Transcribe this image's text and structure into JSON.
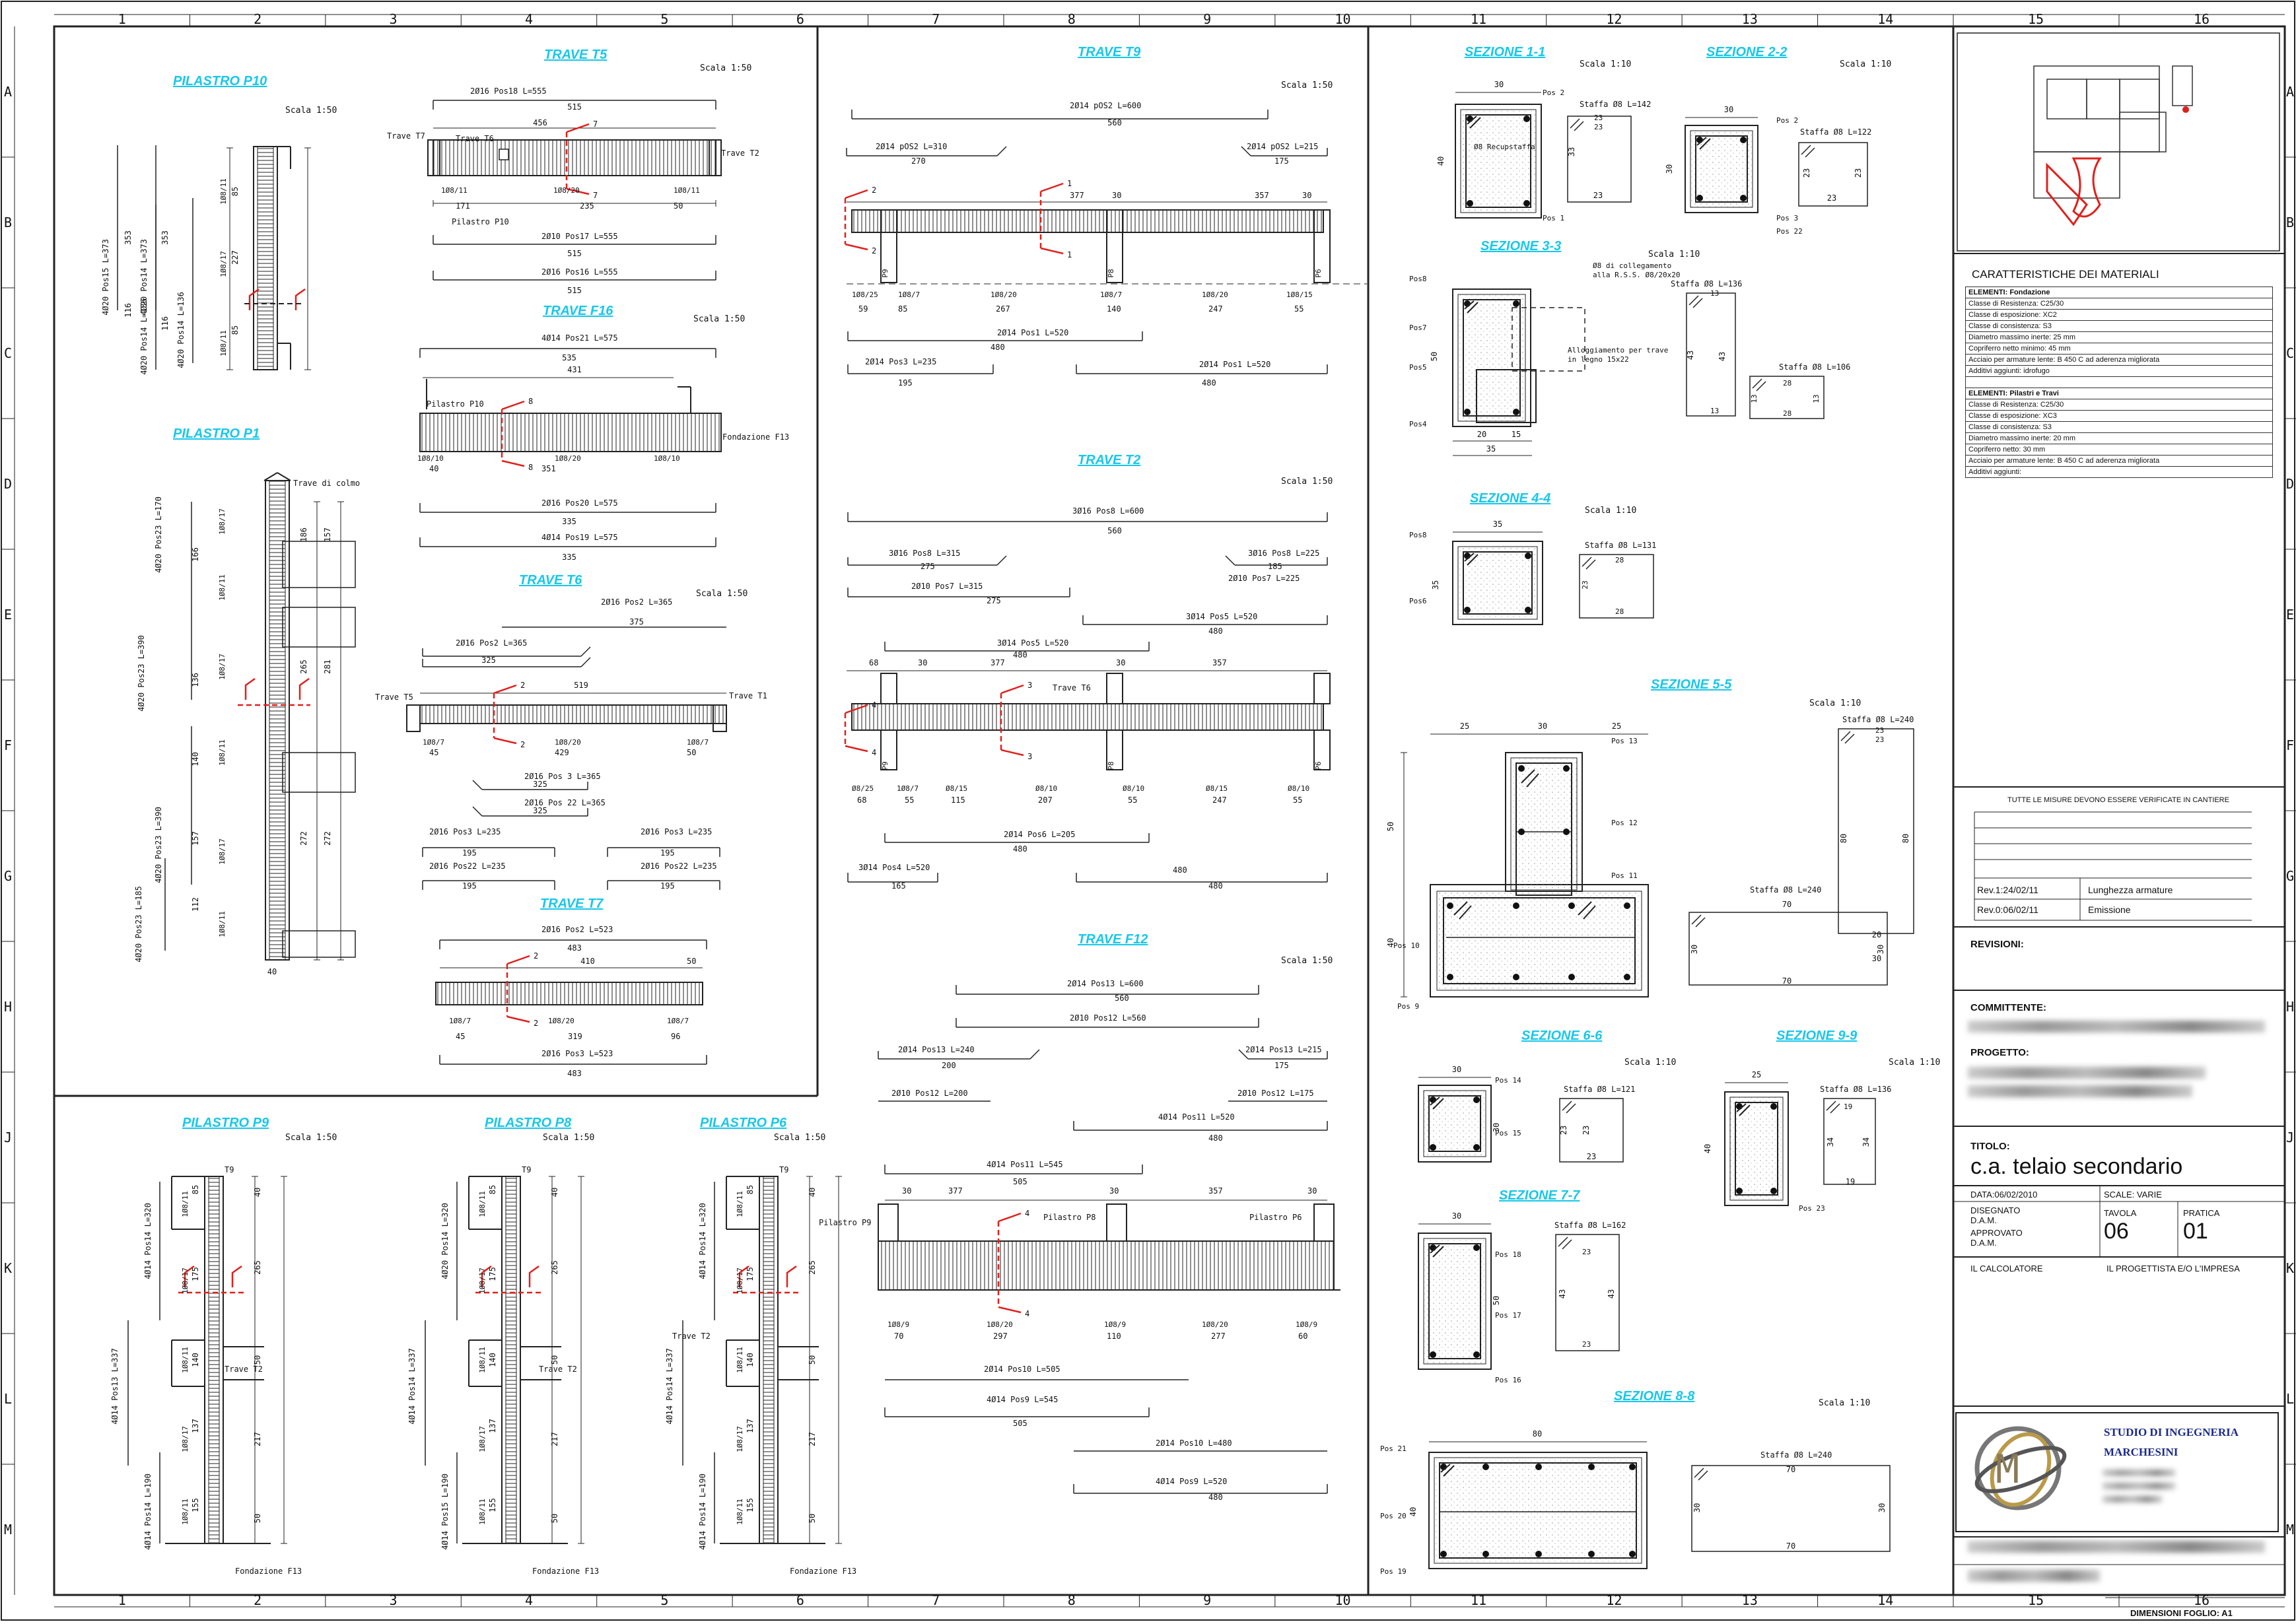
{
  "sheet": {
    "columns": [
      "1",
      "2",
      "3",
      "4",
      "5",
      "6",
      "7",
      "8",
      "9",
      "10",
      "11",
      "12",
      "13",
      "14",
      "15",
      "16"
    ],
    "rows": [
      "A",
      "B",
      "C",
      "D",
      "E",
      "F",
      "G",
      "H",
      "J",
      "K",
      "L",
      "M"
    ]
  },
  "sections": {
    "pilastro_p10": {
      "title": "PILASTRO P10",
      "scale": "Scala 1:50",
      "labels": [
        "4Ø20 Pos15 L=373",
        "4Ø20 Pos14 L=373",
        "4Ø20 Pos14 L=136",
        "4Ø20 Pos14 L=136",
        "1Ø8/11",
        "1Ø8/17",
        "1Ø8/11"
      ]
    },
    "trave_t5": {
      "title": "TRAVE T5",
      "scale": "Scala 1:50",
      "bars": [
        "2Ø16 Pos18 L=555",
        "515",
        "456",
        "2Ø10 Pos17 L=555",
        "515",
        "2Ø16 Pos16 L=555",
        "515"
      ],
      "labels": [
        "Trave T7",
        "Trave T6",
        "Trave T2",
        "Pilastro P10",
        "1Ø8/11",
        "1Ø8/20",
        "1Ø8/11",
        "171",
        "235",
        "50"
      ]
    },
    "trave_f16": {
      "title": "TRAVE F16",
      "scale": "Scala 1:50",
      "bars": [
        "4Ø14 Pos21 L=575",
        "535",
        "431",
        "2Ø16 Pos20 L=575",
        "335",
        "4Ø14 Pos19 L=575",
        "335"
      ],
      "labels": [
        "Pilastro P10",
        "Fondazione F13",
        "1Ø8/10",
        "1Ø8/20",
        "1Ø8/10",
        "40",
        "351"
      ]
    },
    "trave_t6": {
      "title": "TRAVE T6",
      "scale": "Scala 1:50",
      "bars": [
        "2Ø16 Pos2 L=365",
        "375",
        "2Ø16 Pos2 L=365",
        "325",
        "519",
        "2Ø16 Pos 3 L=365",
        "325",
        "2Ø16 Pos 22 L=365",
        "325",
        "2Ø16 Pos3 L=235",
        "195",
        "2Ø16 Pos3 L=235",
        "195",
        "2Ø16 Pos22 L=235",
        "195",
        "2Ø16 Pos22 L=235",
        "195"
      ],
      "labels": [
        "Trave T5",
        "Trave T1",
        "1Ø8/7",
        "1Ø8/20",
        "1Ø8/7",
        "45",
        "429",
        "50"
      ]
    },
    "trave_t7": {
      "title": "TRAVE T7",
      "scale": "",
      "bars": [
        "2Ø16 Pos2 L=523",
        "483",
        "410",
        "2Ø16 Pos3 L=523",
        "483"
      ],
      "labels": [
        "1Ø8/7",
        "1Ø8/20",
        "1Ø8/7",
        "45",
        "319",
        "96"
      ]
    },
    "pilastro_p1": {
      "title": "PILASTRO P1",
      "labels": [
        "Trave di colmo",
        "4Ø20 Pos23 L=170",
        "4Ø20 Pos23 L=390",
        "4Ø20 Pos23 L=390",
        "4Ø20 Pos23 L=185",
        "1Ø8/17",
        "1Ø8/11",
        "1Ø8/17",
        "1Ø8/11",
        "1Ø8/17",
        "1Ø8/11",
        "40"
      ]
    },
    "trave_t9": {
      "title": "TRAVE T9",
      "scale": "Scala 1:50",
      "bars": [
        "2Ø14 pOS2 L=600",
        "560",
        "2Ø14 pOS2 L=310",
        "270",
        "2Ø14 pOS2 L=215",
        "175",
        "2Ø14 Pos1 L=520",
        "480",
        "2Ø14 Pos3 L=235",
        "195",
        "2Ø14 Pos1 L=520",
        "480"
      ],
      "labels": [
        "377",
        "357",
        "1Ø8/25",
        "1Ø8/7",
        "1Ø8/20",
        "1Ø8/7",
        "1Ø8/20",
        "1Ø8/15",
        "59",
        "85",
        "267",
        "140",
        "247",
        "55",
        "P9",
        "P8",
        "P6"
      ]
    },
    "trave_t2": {
      "title": "TRAVE T2",
      "scale": "Scala 1:50",
      "bars": [
        "3Ø16 Pos8 L=600",
        "560",
        "3Ø16 Pos8 L=315",
        "275",
        "3Ø16 Pos8 L=225",
        "185",
        "2Ø10 Pos7 L=315",
        "275",
        "2Ø10 Pos7 L=225",
        "3Ø14 Pos5 L=520",
        "480",
        "3Ø14 Pos5 L=520",
        "480",
        "3Ø14 Pos4 L=520",
        "480",
        "2Ø14 Pos6 L=205",
        "165",
        "3Ø14 Pos4 L=520",
        "480"
      ],
      "labels": [
        "Trave T6",
        "377",
        "357",
        "Ø8/25",
        "1Ø8/7",
        "Ø8/15",
        "Ø8/10",
        "Ø8/10",
        "Ø8/15",
        "Ø8/10",
        "68",
        "55",
        "115",
        "207",
        "55",
        "247",
        "55",
        "P9",
        "P8",
        "P6"
      ]
    },
    "trave_f12": {
      "title": "TRAVE F12",
      "scale": "Scala 1:50",
      "bars": [
        "2Ø14 Pos13 L=600",
        "560",
        "2Ø10 Pos12 L=560",
        "2Ø14 Pos13 L=240",
        "200",
        "2Ø14 Pos13 L=215",
        "175",
        "2Ø10 Pos12 L=200",
        "2Ø10 Pos12 L=175",
        "4Ø14 Pos11 L=520",
        "480",
        "4Ø14 Pos11 L=545",
        "505",
        "2Ø14 Pos10 L=505",
        "4Ø14 Pos9 L=545",
        "505",
        "2Ø14 Pos10 L=480",
        "4Ø14 Pos9 L=520",
        "480"
      ],
      "labels": [
        "Pilastro P9",
        "Pilastro P8",
        "Pilastro P6",
        "377",
        "357",
        "1Ø8/9",
        "1Ø8/20",
        "1Ø8/9",
        "1Ø8/20",
        "1Ø8/9",
        "70",
        "297",
        "110",
        "277",
        "60"
      ]
    },
    "pilastro_p9": {
      "title": "PILASTRO P9",
      "scale": "Scala 1:50",
      "labels": [
        "T9",
        "Trave T2",
        "Fondazione F13",
        "4Ø14 Pos14 L=320",
        "4Ø14 Pos13 L=337",
        "4Ø14 Pos14 L=190",
        "1Ø8/11",
        "1Ø8/17",
        "1Ø8/11",
        "1Ø8/17",
        "1Ø8/11"
      ]
    },
    "pilastro_p8": {
      "title": "PILASTRO P8",
      "scale": "Scala 1:50",
      "labels": [
        "T9",
        "Trave T2",
        "Fondazione F13",
        "4Ø20 Pos14 L=320",
        "4Ø14 Pos14 L=337",
        "4Ø14 Pos15 L=190",
        "1Ø8/11",
        "1Ø8/17",
        "1Ø8/11",
        "1Ø8/17",
        "1Ø8/11"
      ]
    },
    "pilastro_p6": {
      "title": "PILASTRO P6",
      "scale": "Scala 1:50",
      "labels": [
        "T9",
        "Trave T2",
        "Fondazione F13",
        "4Ø14 Pos14 L=320",
        "4Ø14 Pos14 L=337",
        "4Ø14 Pos14 L=190",
        "1Ø8/11",
        "1Ø8/17",
        "1Ø8/11",
        "1Ø8/17",
        "1Ø8/11"
      ]
    },
    "sezione_1": {
      "title": "SEZIONE 1-1",
      "scale": "Scala 1:10",
      "labels": [
        "Pos 2",
        "Pos 1",
        "Ø8 Recupstaffa",
        "Staffa Ø8 L=142",
        "30",
        "40",
        "23",
        "33",
        "23"
      ]
    },
    "sezione_2": {
      "title": "SEZIONE 2-2",
      "scale": "Scala 1:10",
      "labels": [
        "Pos 2",
        "Pos 3",
        "Pos 22",
        "Staffa Ø8 L=122",
        "30",
        "30",
        "23",
        "23",
        "23"
      ]
    },
    "sezione_3": {
      "title": "SEZIONE 3-3",
      "scale": "Scala 1:10",
      "labels": [
        "Pos8",
        "Pos7",
        "Pos5",
        "Pos4",
        "Ø8 di collegamento alla R.S.S. Ø8/20x20",
        "Alloggiamento per trave in legno 15x22",
        "Staffa Ø8 L=136",
        "Staffa Ø8 L=106",
        "20",
        "15",
        "35",
        "50",
        "13",
        "43",
        "13",
        "28",
        "13",
        "28"
      ]
    },
    "sezione_4": {
      "title": "SEZIONE 4-4",
      "scale": "Scala 1:10",
      "labels": [
        "Pos8",
        "Pos6",
        "Staffa Ø8 L=131",
        "35",
        "35",
        "28",
        "23",
        "28"
      ]
    },
    "sezione_5": {
      "title": "SEZIONE 5-5",
      "scale": "Scala 1:10",
      "labels": [
        "Pos 13",
        "Pos 12",
        "Pos 11",
        "Pos 10",
        "Pos 9",
        "Staffa Ø8 L=240",
        "Staffa Ø8 L=240",
        "25",
        "30",
        "25",
        "50",
        "40",
        "23",
        "80",
        "80",
        "70",
        "30",
        "30",
        "70",
        "20"
      ]
    },
    "sezione_6": {
      "title": "SEZIONE 6-6",
      "scale": "Scala 1:10",
      "labels": [
        "Pos 14",
        "Pos 15",
        "Staffa Ø8 L=121",
        "30",
        "30",
        "23",
        "23",
        "23"
      ]
    },
    "sezione_9": {
      "title": "SEZIONE 9-9",
      "scale": "Scala 1:10",
      "labels": [
        "Pos 23",
        "Staffa Ø8 L=136",
        "25",
        "40",
        "34",
        "19",
        "19"
      ]
    },
    "sezione_7": {
      "title": "SEZIONE 7-7",
      "scale": "",
      "labels": [
        "Pos 18",
        "Pos 17",
        "Pos 16",
        "Staffa Ø8 L=162",
        "30",
        "50",
        "23",
        "43",
        "23"
      ]
    },
    "sezione_8": {
      "title": "SEZIONE 8-8",
      "scale": "Scala 1:10",
      "labels": [
        "Pos 21",
        "Pos 20",
        "Pos 19",
        "Staffa Ø8 L=240",
        "80",
        "40",
        "30",
        "70",
        "30",
        "70"
      ]
    }
  },
  "title_block": {
    "materials_title": "CARATTERISTICHE DEI MATERIALI",
    "materials": [
      "ELEMENTI: Fondazione",
      "Classe di Resistenza: C25/30",
      "Classe di esposizione: XC2",
      "Classe di consistenza: S3",
      "Diametro massimo inerte: 25 mm",
      "Copriferro netto minimo: 45 mm",
      "Acciaio per armature lente: B 450 C ad aderenza migliorata",
      "Additivi aggiunti: idrofugo",
      "",
      "ELEMENTI: Pilastri e Travi",
      "Classe di Resistenza: C25/30",
      "Classe di esposizione: XC3",
      "Classe di consistenza: S3",
      "Diametro massimo inerte: 20 mm",
      "Copriferro netto: 30 mm",
      "Acciaio per armature lente: B 450 C ad aderenza migliorata",
      "Additivi aggiunti:"
    ],
    "verify_note": "TUTTE LE MISURE DEVONO ESSERE VERIFICATE IN CANTIERE",
    "revisions": [
      {
        "rev": "Rev.1:24/02/11",
        "desc": "Lunghezza armature"
      },
      {
        "rev": "Rev.0:06/02/11",
        "desc": "Emissione"
      }
    ],
    "revisioni_label": "REVISIONI:",
    "committente_label": "COMMITTENTE:",
    "progetto_label": "PROGETTO:",
    "titolo_label": "TITOLO:",
    "titolo_value": "c.a. telaio secondario",
    "data": "DATA:06/02/2010",
    "scale": "SCALE: VARIE",
    "disegnato": "DISEGNATO D.A.M.",
    "approvato": "APPROVATO D.A.M.",
    "tavola_label": "TAVOLA",
    "tavola_value": "06",
    "pratica_label": "PRATICA",
    "pratica_value": "01",
    "calcolatore": "IL CALCOLATORE",
    "progettista": "IL PROGETTISTA E/O L'IMPRESA",
    "studio_line1": "STUDIO DI INGEGNERIA",
    "studio_line2": "MARCHESINI",
    "sheet_size": "DIMENSIONI FOGLIO: A1"
  },
  "colors": {
    "title": "#19c7e8",
    "marker": "#e0201c",
    "line": "#222222",
    "hatch": "#555555"
  }
}
